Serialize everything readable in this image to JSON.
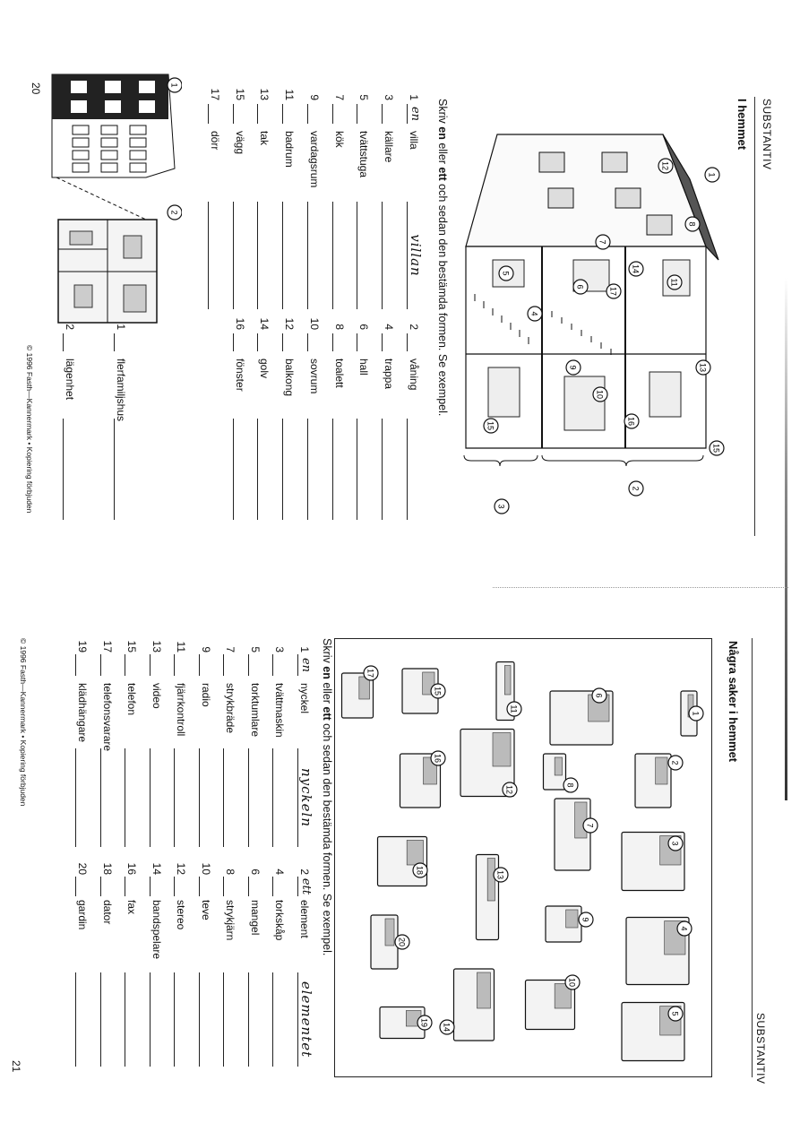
{
  "page20": {
    "section": "SUBSTANTIV",
    "title": "I hemmet",
    "instruction": {
      "a": "Skriv ",
      "b": "en",
      "c": " eller ",
      "d": "ett",
      "e": " och sedan den bestämda formen. Se exempel."
    },
    "house_callouts": [
      "1",
      "12",
      "8",
      "11",
      "14",
      "7",
      "17",
      "6",
      "5",
      "4",
      "13",
      "16",
      "10",
      "9",
      "15",
      "15",
      "2",
      "3"
    ],
    "building_callouts": [
      "1",
      "2"
    ],
    "rows": [
      {
        "l": {
          "num": "1",
          "article": "en",
          "word": "villa",
          "answer": "villan"
        },
        "r": {
          "num": "2",
          "article": "",
          "word": "våning",
          "answer": ""
        }
      },
      {
        "l": {
          "num": "3",
          "article": "",
          "word": "källare",
          "answer": ""
        },
        "r": {
          "num": "4",
          "article": "",
          "word": "trappa",
          "answer": ""
        }
      },
      {
        "l": {
          "num": "5",
          "article": "",
          "word": "tvättstuga",
          "answer": ""
        },
        "r": {
          "num": "6",
          "article": "",
          "word": "hall",
          "answer": ""
        }
      },
      {
        "l": {
          "num": "7",
          "article": "",
          "word": "kök",
          "answer": ""
        },
        "r": {
          "num": "8",
          "article": "",
          "word": "toalett",
          "answer": ""
        }
      },
      {
        "l": {
          "num": "9",
          "article": "",
          "word": "vardagsrum",
          "answer": ""
        },
        "r": {
          "num": "10",
          "article": "",
          "word": "sovrum",
          "answer": ""
        }
      },
      {
        "l": {
          "num": "11",
          "article": "",
          "word": "badrum",
          "answer": ""
        },
        "r": {
          "num": "12",
          "article": "",
          "word": "balkong",
          "answer": ""
        }
      },
      {
        "l": {
          "num": "13",
          "article": "",
          "word": "tak",
          "answer": ""
        },
        "r": {
          "num": "14",
          "article": "",
          "word": "golv",
          "answer": ""
        }
      },
      {
        "l": {
          "num": "15",
          "article": "",
          "word": "vägg",
          "answer": ""
        },
        "r": {
          "num": "16",
          "article": "",
          "word": "fönster",
          "answer": ""
        }
      },
      {
        "l": {
          "num": "17",
          "article": "",
          "word": "dörr",
          "answer": ""
        },
        "r": null
      }
    ],
    "extra_rows": [
      {
        "num": "1",
        "article": "",
        "word": "flerfamiljshus",
        "answer": ""
      },
      {
        "num": "2",
        "article": "",
        "word": "lägenhet",
        "answer": ""
      }
    ],
    "copyright": "© 1996 Fasth—Kannermark • Kopiering förbjuden",
    "page_number": "20"
  },
  "page21": {
    "section": "SUBSTANTIV",
    "title": "Några saker i hemmet",
    "instruction": {
      "a": "Skriv ",
      "b": "en",
      "c": " eller ",
      "d": "ett",
      "e": " och sedan den bestämda formen. Se exempel."
    },
    "item_callouts": [
      "1",
      "2",
      "3",
      "4",
      "5",
      "6",
      "7",
      "8",
      "9",
      "10",
      "11",
      "12",
      "13",
      "14",
      "15",
      "16",
      "17",
      "18",
      "19",
      "20"
    ],
    "rows": [
      {
        "l": {
          "num": "1",
          "article": "en",
          "word": "nyckel",
          "answer": "nyckeln"
        },
        "r": {
          "num": "2",
          "article": "ett",
          "word": "element",
          "answer": "elementet"
        }
      },
      {
        "l": {
          "num": "3",
          "article": "",
          "word": "tvättmaskin",
          "answer": ""
        },
        "r": {
          "num": "4",
          "article": "",
          "word": "torkskåp",
          "answer": ""
        }
      },
      {
        "l": {
          "num": "5",
          "article": "",
          "word": "torktumlare",
          "answer": ""
        },
        "r": {
          "num": "6",
          "article": "",
          "word": "mangel",
          "answer": ""
        }
      },
      {
        "l": {
          "num": "7",
          "article": "",
          "word": "strykbräde",
          "answer": ""
        },
        "r": {
          "num": "8",
          "article": "",
          "word": "strykjärn",
          "answer": ""
        }
      },
      {
        "l": {
          "num": "9",
          "article": "",
          "word": "radio",
          "answer": ""
        },
        "r": {
          "num": "10",
          "article": "",
          "word": "teve",
          "answer": ""
        }
      },
      {
        "l": {
          "num": "11",
          "article": "",
          "word": "fjärrkontroll",
          "answer": ""
        },
        "r": {
          "num": "12",
          "article": "",
          "word": "stereo",
          "answer": ""
        }
      },
      {
        "l": {
          "num": "13",
          "article": "",
          "word": "video",
          "answer": ""
        },
        "r": {
          "num": "14",
          "article": "",
          "word": "bandspelare",
          "answer": ""
        }
      },
      {
        "l": {
          "num": "15",
          "article": "",
          "word": "telefon",
          "answer": ""
        },
        "r": {
          "num": "16",
          "article": "",
          "word": "fax",
          "answer": ""
        }
      },
      {
        "l": {
          "num": "17",
          "article": "",
          "word": "telefonsvarare",
          "answer": ""
        },
        "r": {
          "num": "18",
          "article": "",
          "word": "dator",
          "answer": ""
        }
      },
      {
        "l": {
          "num": "19",
          "article": "",
          "word": "klädhängare",
          "answer": ""
        },
        "r": {
          "num": "20",
          "article": "",
          "word": "gardin",
          "answer": ""
        }
      }
    ],
    "copyright": "© 1996 Fasth—Kannermark • Kopiering förbjuden",
    "page_number": "21"
  },
  "colors": {
    "ink": "#111111",
    "paper": "#ffffff"
  }
}
